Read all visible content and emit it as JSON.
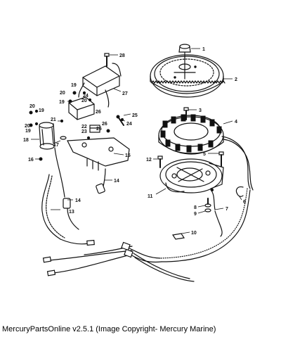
{
  "caption": "MercuryPartsOnline v2.5.1 (Image Copyright- Mercury Marine)",
  "callouts": [
    "1",
    "2",
    "3",
    "4",
    "5",
    "6",
    "7",
    "8",
    "9",
    "10",
    "11",
    "12",
    "13",
    "14",
    "15",
    "16",
    "17",
    "18",
    "19",
    "20",
    "21",
    "22",
    "23",
    "24",
    "25",
    "26",
    "27",
    "28"
  ],
  "extra_callouts": {
    "n20b": "20",
    "n20c": "20",
    "n19b": "19",
    "n19c": "19",
    "n24b": "24",
    "n26b": "26",
    "n26c": "26"
  }
}
